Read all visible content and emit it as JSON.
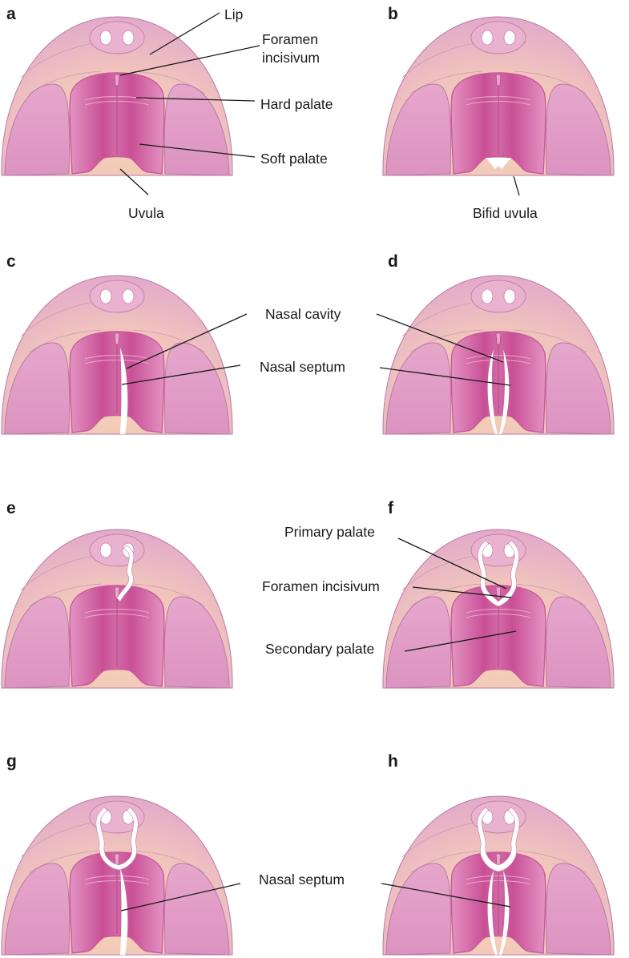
{
  "panels": [
    {
      "letter": "a",
      "variant": "normal"
    },
    {
      "letter": "b",
      "variant": "bifid-uvula"
    },
    {
      "letter": "c",
      "variant": "unilateral-palate-cleft"
    },
    {
      "letter": "d",
      "variant": "bilateral-palate-cleft"
    },
    {
      "letter": "e",
      "variant": "unilateral-lip-cleft"
    },
    {
      "letter": "f",
      "variant": "bilateral-lip-cleft"
    },
    {
      "letter": "g",
      "variant": "unilateral-complete-cleft"
    },
    {
      "letter": "h",
      "variant": "bilateral-complete-cleft"
    }
  ],
  "labels": {
    "a_lip": "Lip",
    "a_foramen_1": "Foramen",
    "a_foramen_2": "incisivum",
    "a_hard": "Hard palate",
    "a_soft": "Soft palate",
    "a_uvula": "Uvula",
    "b_bifid": "Bifid uvula",
    "cd_cavity": "Nasal cavity",
    "cd_septum": "Nasal septum",
    "f_primary": "Primary palate",
    "f_foramen": "Foramen incisivum",
    "f_secondary": "Secondary palate",
    "gh_septum": "Nasal septum"
  },
  "colors": {
    "skin_outer": "#e9b7cf",
    "skin_inner": "#f3cfb4",
    "cheek": "#df9cc4",
    "palate_edge": "#c85a9c",
    "palate_fill": "#d97ab4",
    "palate_center": "#c44c92",
    "cleft": "#ffffff",
    "outline": "#b97aa4",
    "ink": "#1a1a1a"
  }
}
